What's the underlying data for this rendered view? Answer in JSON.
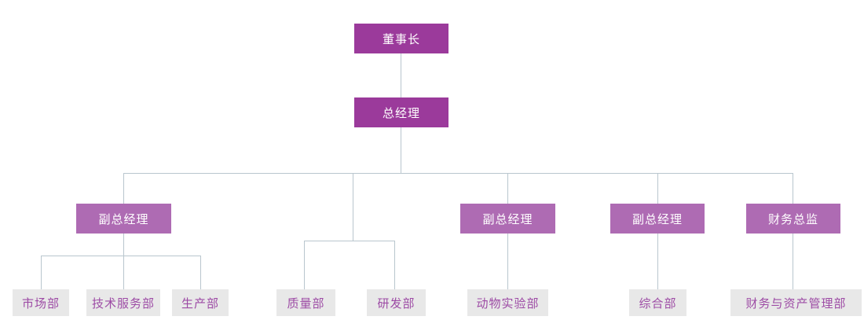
{
  "colors": {
    "level12_bg": "#9B3A9B",
    "level3_bg": "#AE6BB3",
    "dept_bg": "#E8E8E8",
    "dept_text": "#9D4BA5",
    "node_text": "#FFFFFF",
    "connector": "#B9C6CE"
  },
  "org_chart": {
    "type": "org-tree",
    "chairman": {
      "id": "chairman",
      "label": "董事长"
    },
    "general_manager": {
      "id": "general-manager",
      "label": "总经理",
      "parent": "chairman"
    },
    "level3": [
      {
        "id": "vgm1",
        "label": "副总经理",
        "parent": "general-manager"
      },
      {
        "id": "vgm2",
        "label": "副总经理",
        "parent": "general-manager"
      },
      {
        "id": "vgm3",
        "label": "副总经理",
        "parent": "general-manager"
      },
      {
        "id": "cfo",
        "label": "财务总监",
        "parent": "general-manager"
      }
    ],
    "departments": [
      {
        "id": "marketing",
        "label": "市场部",
        "parent": "vgm1"
      },
      {
        "id": "technical-service",
        "label": "技术服务部",
        "parent": "vgm1"
      },
      {
        "id": "production",
        "label": "生产部",
        "parent": "vgm1"
      },
      {
        "id": "quality",
        "label": "质量部",
        "parent": "general-manager"
      },
      {
        "id": "rnd",
        "label": "研发部",
        "parent": "general-manager"
      },
      {
        "id": "animal-lab",
        "label": "动物实验部",
        "parent": "vgm2"
      },
      {
        "id": "general-affairs",
        "label": "综合部",
        "parent": "vgm3"
      },
      {
        "id": "finance-asset",
        "label": "财务与资产管理部",
        "parent": "cfo"
      }
    ]
  }
}
